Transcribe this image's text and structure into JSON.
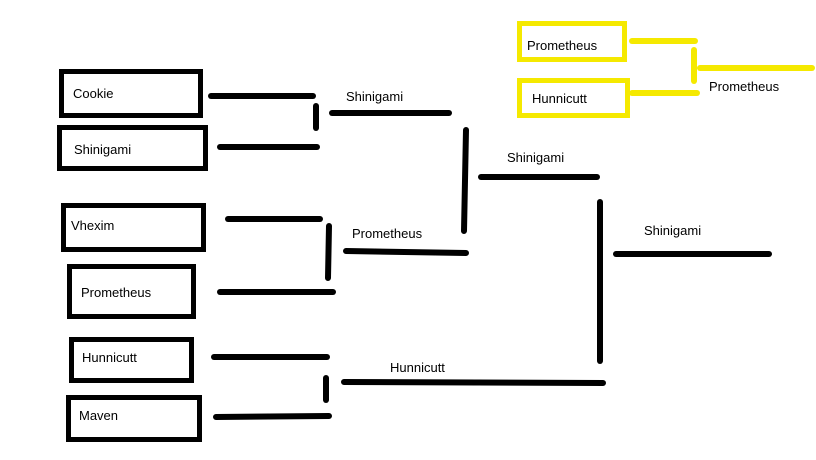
{
  "title": "Tournament bracket",
  "round1": {
    "teams": [
      "Cookie",
      "Shinigami",
      "Vhexim",
      "Prometheus",
      "Hunnicutt",
      "Maven"
    ]
  },
  "round2": {
    "winners": [
      "Shinigami",
      "Prometheus",
      "Hunnicutt"
    ]
  },
  "round3": {
    "winner": "Shinigami"
  },
  "final": {
    "winner": "Shinigami"
  },
  "side_match": {
    "teams": [
      "Prometheus",
      "Hunnicutt"
    ],
    "winner": "Prometheus",
    "color": "#f5e900"
  }
}
